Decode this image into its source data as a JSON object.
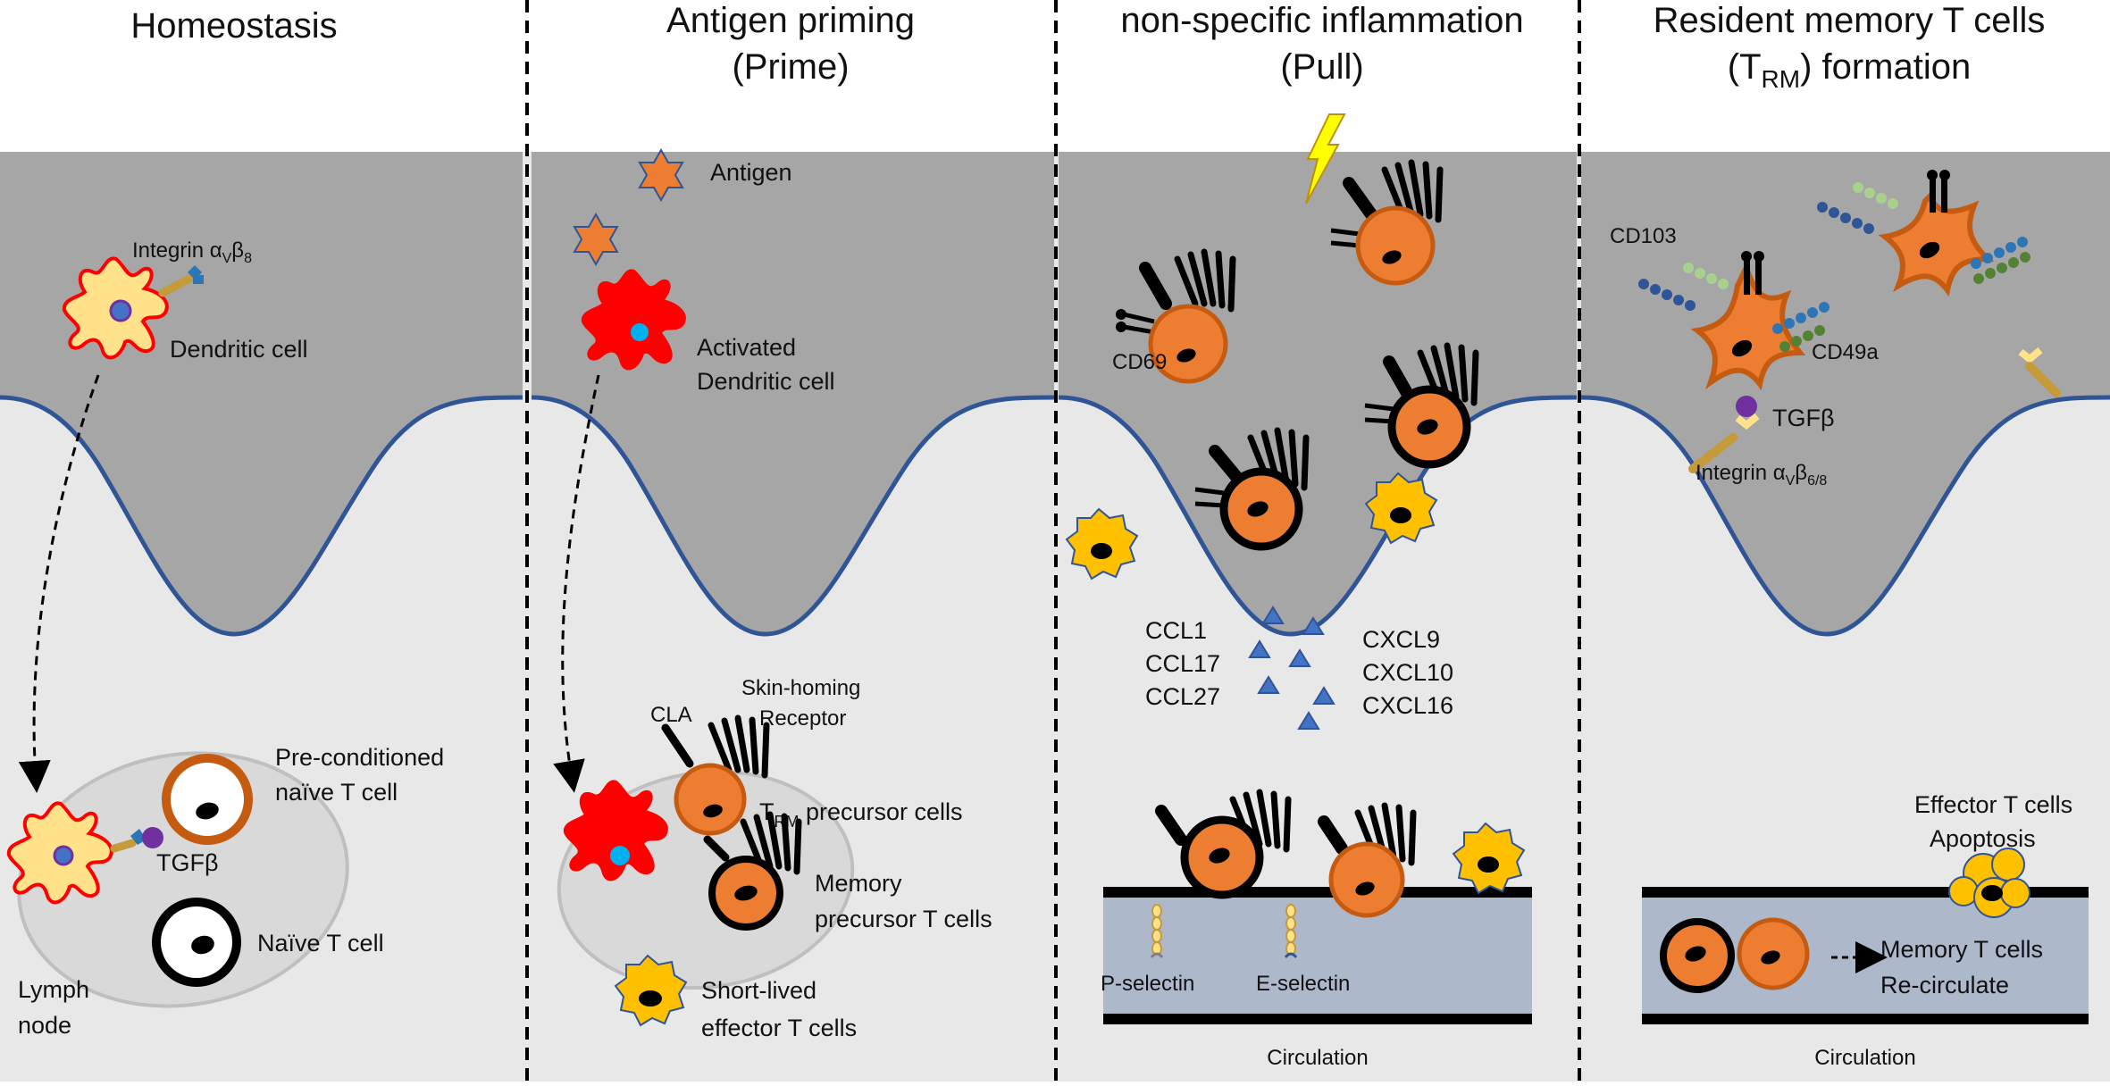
{
  "panels": [
    {
      "title": [
        "Homeostasis"
      ]
    },
    {
      "title": [
        "Antigen priming",
        "(Prime)"
      ]
    },
    {
      "title": [
        "non-specific inflammation",
        "(Pull)"
      ]
    },
    {
      "title_line1": "Resident memory T cells",
      "title_line2_pre": "(T",
      "title_line2_sub": "RM",
      "title_line2_post": ") formation"
    }
  ],
  "p1": {
    "integrin_pre": "Integrin α",
    "integrin_sub1": "V",
    "integrin_mid": "β",
    "integrin_sub2": "8",
    "dendritic_cell": "Dendritic cell",
    "preconditioned": [
      "Pre-conditioned",
      "naïve T cell"
    ],
    "tgfb": "TGFβ",
    "naive": "Naïve T cell",
    "lymph_node": [
      "Lymph",
      "node"
    ]
  },
  "p2": {
    "antigen": "Antigen",
    "activated_dc": [
      "Activated",
      "Dendritic cell"
    ],
    "skin_homing": [
      "Skin-homing",
      "Receptor"
    ],
    "cla": "CLA",
    "trm_pre": "T",
    "trm_sub": "RM",
    "trm_post": " precursor cells",
    "memory_precursor": [
      "Memory",
      "precursor T cells"
    ],
    "short_lived": [
      "Short-lived",
      "effector T cells"
    ]
  },
  "p3": {
    "cd69": "CD69",
    "ccl": [
      "CCL1",
      "CCL17",
      "CCL27"
    ],
    "cxcl": [
      "CXCL9",
      "CXCL10",
      "CXCL16"
    ],
    "p_selectin": "P-selectin",
    "e_selectin": "E-selectin",
    "circulation": "Circulation"
  },
  "p4": {
    "cd103": "CD103",
    "cd49a": "CD49a",
    "tgfb": "TGFβ",
    "integrin_pre": "Integrin α",
    "integrin_sub1": "V",
    "integrin_mid": "β",
    "integrin_sub2": "6/8",
    "effector": [
      "Effector T cells",
      "Apoptosis"
    ],
    "memory": [
      "Memory T cells",
      "Re-circulate"
    ],
    "circulation": "Circulation"
  },
  "colors": {
    "epidermis": "#a6a6a6",
    "dermis": "#e8e8e8",
    "wave": "#2f5597",
    "tcell_orange": "#ed7d31",
    "activated_dc": "#ff0000",
    "dc_yellow": "#ffe28a",
    "effector_yellow": "#ffc000",
    "vessel": "#adb9ca",
    "chemokine": "#4472c4",
    "tgfb": "#7030a0"
  }
}
